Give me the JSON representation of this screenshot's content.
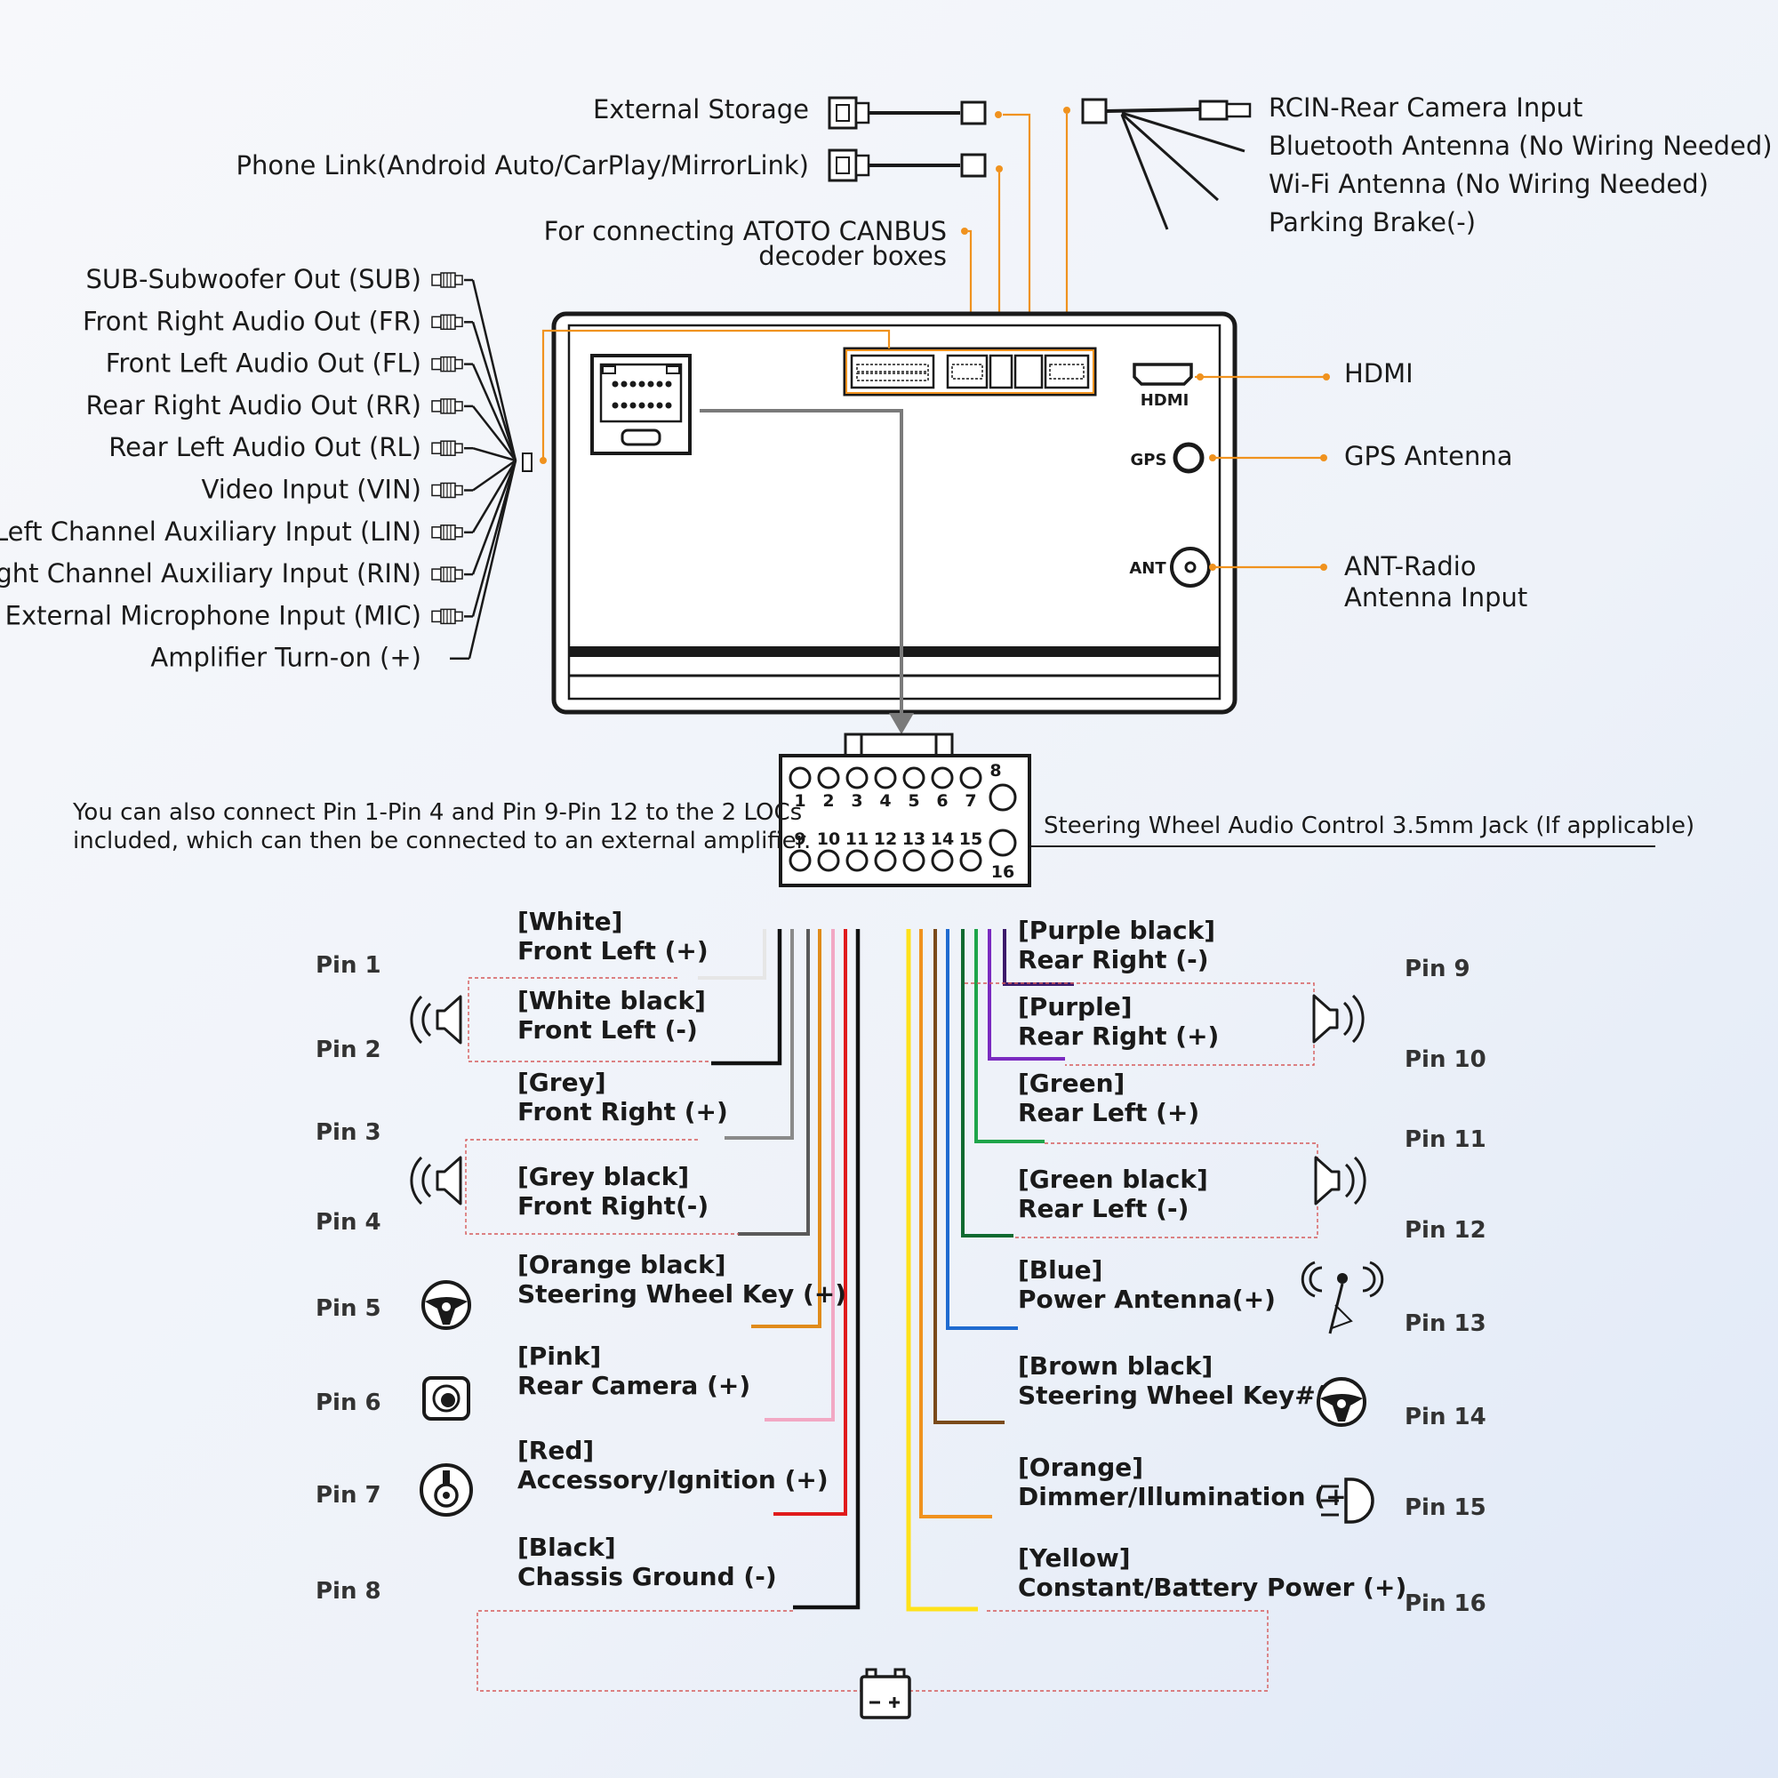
{
  "top": {
    "external_storage": "External Storage",
    "phone_link": "Phone Link(Android Auto/CarPlay/MirrorLink)",
    "canbus_line1": "For connecting ATOTO CANBUS",
    "canbus_line2": "decoder boxes",
    "rcin": "RCIN-Rear Camera Input",
    "bt": "Bluetooth Antenna (No Wiring Needed)",
    "wifi": "Wi-Fi Antenna (No Wiring Needed)",
    "brake": "Parking Brake(-)"
  },
  "left_outputs": [
    "SUB-Subwoofer Out (SUB)",
    "Front Right Audio Out (FR)",
    "Front Left Audio Out (FL)",
    "Rear Right Audio Out (RR)",
    "Rear Left Audio Out (RL)",
    "Video Input (VIN)",
    "Left Channel Auxiliary Input (LIN)",
    "Right Channel Auxiliary Input (RIN)",
    "External Microphone Input (MIC)",
    "Amplifier Turn-on (+)"
  ],
  "right_ports": {
    "hdmi": "HDMI",
    "hdmi_small": "HDMI",
    "gps": "GPS Antenna",
    "gps_small": "GPS",
    "ant_line1": "ANT-Radio",
    "ant_line2": "Antenna Input",
    "ant_small": "ANT"
  },
  "note": {
    "line1": "You can also connect Pin 1-Pin 4 and Pin 9-Pin 12 to the 2 LOCs",
    "line2": "included, which can then be connected to an external amplifier.",
    "steering_jack": "Steering Wheel Audio Control 3.5mm Jack (If applicable)"
  },
  "connector": {
    "top_row": [
      "1",
      "2",
      "3",
      "4",
      "5",
      "6",
      "7"
    ],
    "bottom_row": [
      "9",
      "10",
      "11",
      "12",
      "13",
      "14",
      "15"
    ],
    "pin8": "8",
    "pin16": "16"
  },
  "pins_left": [
    {
      "pin": "Pin 1",
      "color": "[White]",
      "func": "Front Left (+)",
      "wire": "#e6e6e6"
    },
    {
      "pin": "Pin 2",
      "color": "[White black]",
      "func": "Front Left (-)",
      "wire": "#111111"
    },
    {
      "pin": "Pin 3",
      "color": "[Grey]",
      "func": "Front Right (+)",
      "wire": "#8a8a8a"
    },
    {
      "pin": "Pin 4",
      "color": "[Grey black]",
      "func": "Front Right(-)",
      "wire": "#5a5a5a"
    },
    {
      "pin": "Pin 5",
      "color": "[Orange black]",
      "func": "Steering Wheel Key (+)",
      "wire": "#e08b1a"
    },
    {
      "pin": "Pin 6",
      "color": "[Pink]",
      "func": "Rear Camera (+)",
      "wire": "#f2a8c4"
    },
    {
      "pin": "Pin 7",
      "color": "[Red]",
      "func": "Accessory/Ignition (+)",
      "wire": "#e01b1b"
    },
    {
      "pin": "Pin 8",
      "color": "[Black]",
      "func": "Chassis Ground (-)",
      "wire": "#111111"
    }
  ],
  "pins_right": [
    {
      "pin": "Pin 9",
      "color": "[Purple black]",
      "func": "Rear Right (-)",
      "wire": "#3c1a6a"
    },
    {
      "pin": "Pin 10",
      "color": "[Purple]",
      "func": "Rear Right (+)",
      "wire": "#7a2ac0"
    },
    {
      "pin": "Pin 11",
      "color": "[Green]",
      "func": "Rear Left (+)",
      "wire": "#1ea54a"
    },
    {
      "pin": "Pin 12",
      "color": "[Green black]",
      "func": "Rear Left (-)",
      "wire": "#0f6a30"
    },
    {
      "pin": "Pin 13",
      "color": "[Blue]",
      "func": "Power Antenna(+)",
      "wire": "#1f6bd0"
    },
    {
      "pin": "Pin 14",
      "color": "[Brown black]",
      "func": "Steering Wheel Key#(+)",
      "wire": "#7a4a1a"
    },
    {
      "pin": "Pin 15",
      "color": "[Orange]",
      "func": "Dimmer/Illumination (+)",
      "wire": "#f0921e"
    },
    {
      "pin": "Pin 16",
      "color": "[Yellow]",
      "func": "Constant/Battery Power (+)",
      "wire": "#ffe21a"
    }
  ],
  "colors": {
    "accent_orange": "#f0921e",
    "line_black": "#1a1a1a"
  },
  "icons": [
    "speaker-icon",
    "steering-wheel-icon",
    "camera-icon",
    "ignition-key-icon",
    "antenna-tower-icon",
    "headlight-icon",
    "battery-icon",
    "rca-plug-icon",
    "usb-plug-icon"
  ]
}
